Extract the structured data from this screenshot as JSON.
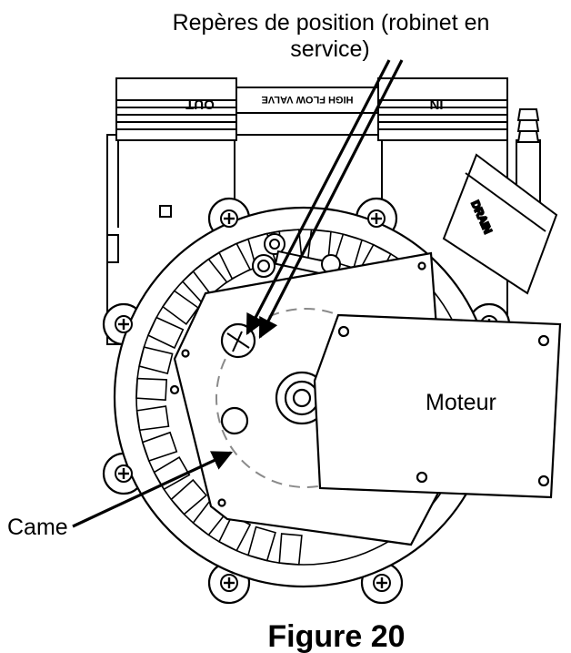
{
  "callouts": {
    "position_marks_line1": "Repères de position (robinet en",
    "position_marks_line2": "service)",
    "motor": "Moteur",
    "cam": "Came"
  },
  "caption": "Figure 20",
  "valve_markings": {
    "outlet": "OUT",
    "inlet": "IN",
    "high_flow": "HIGH FLOW VALVE",
    "drain": "DRAIN"
  },
  "colors": {
    "line": "#000000",
    "fill": "#ffffff",
    "hidden_line": "#8a8a8a"
  }
}
